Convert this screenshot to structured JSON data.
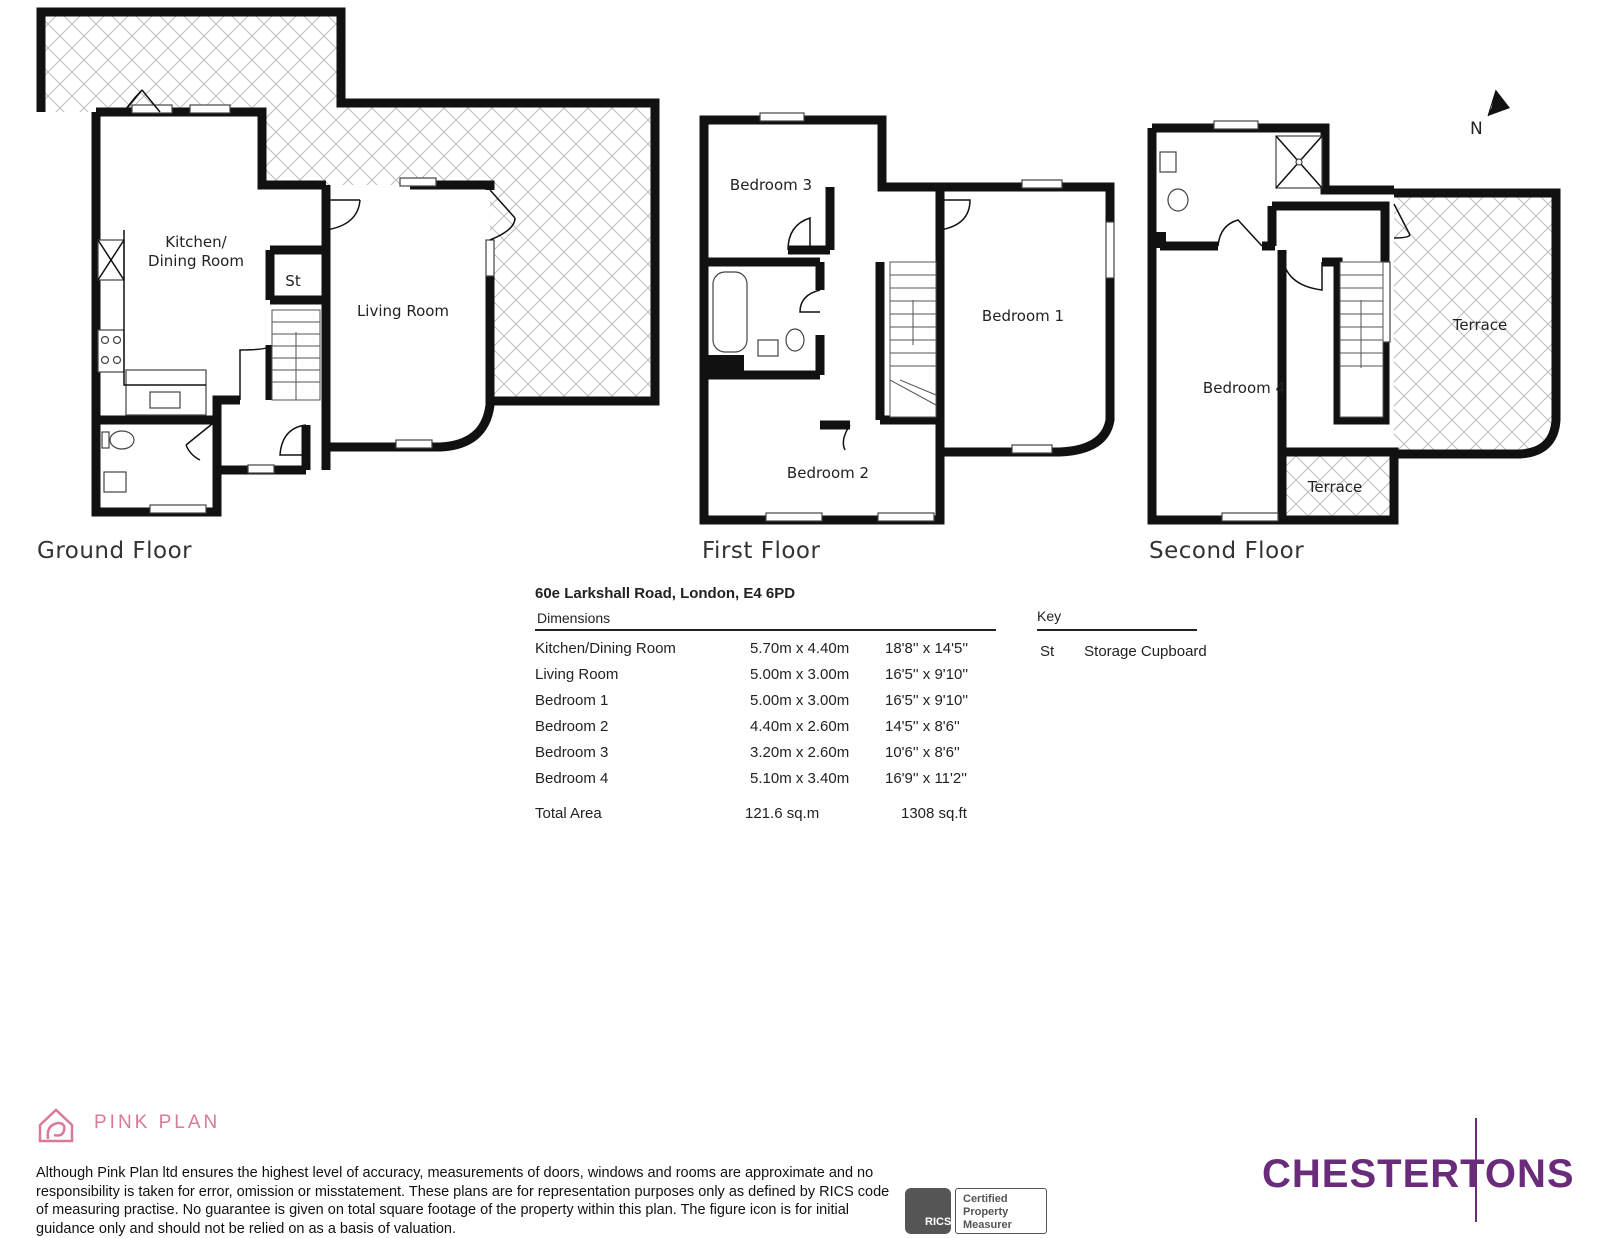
{
  "floors": {
    "ground": {
      "label": "Ground Floor",
      "rooms": {
        "kitchen": "Kitchen/",
        "kitchen2": "Dining Room",
        "storage": "St",
        "living": "Living Room"
      }
    },
    "first": {
      "label": "First Floor",
      "rooms": {
        "bedroom3": "Bedroom 3",
        "bedroom1": "Bedroom 1",
        "bedroom2": "Bedroom 2"
      }
    },
    "second": {
      "label": "Second Floor",
      "rooms": {
        "bedroom4": "Bedroom 4",
        "terrace_large": "Terrace",
        "terrace_small": "Terrace"
      }
    }
  },
  "compass": {
    "label": "N"
  },
  "details": {
    "address": "60e Larkshall Road, London, E4 6PD",
    "dimensions_heading": "Dimensions",
    "rooms": [
      {
        "name": "Kitchen/Dining Room",
        "metric": "5.70m x 4.40m",
        "imperial": "18'8'' x 14'5''"
      },
      {
        "name": "Living Room",
        "metric": "5.00m x 3.00m",
        "imperial": "16'5'' x 9'10''"
      },
      {
        "name": "Bedroom 1",
        "metric": "5.00m x 3.00m",
        "imperial": "16'5'' x 9'10''"
      },
      {
        "name": "Bedroom 2",
        "metric": "4.40m x 2.60m",
        "imperial": "14'5'' x 8'6''"
      },
      {
        "name": "Bedroom 3",
        "metric": "3.20m x 2.60m",
        "imperial": "10'6'' x 8'6''"
      },
      {
        "name": "Bedroom 4",
        "metric": "5.10m x 3.40m",
        "imperial": "16'9'' x 11'2''"
      }
    ],
    "total": {
      "name": "Total Area",
      "metric": "121.6 sq.m",
      "imperial": "1308 sq.ft"
    }
  },
  "key": {
    "heading": "Key",
    "abbr": "St",
    "meaning": "Storage Cupboard"
  },
  "branding": {
    "pink_plan": "PINK PLAN",
    "disclaimer": "Although Pink Plan ltd ensures the highest level of accuracy, measurements of doors, windows and rooms are approximate and no responsibility is taken for error, omission or misstatement. These plans are for representation purposes only as defined by RICS code of measuring practise. No guarantee is given on total square footage of the property within this plan. The figure icon is for initial guidance only and should not be relied on as a basis of valuation.",
    "rics": "RICS",
    "rics_cert": [
      "Certified",
      "Property",
      "Measurer"
    ],
    "agent": "CHESTERTONS"
  },
  "colors": {
    "pink": "#d97a97",
    "purple": "#6a2c7a"
  }
}
